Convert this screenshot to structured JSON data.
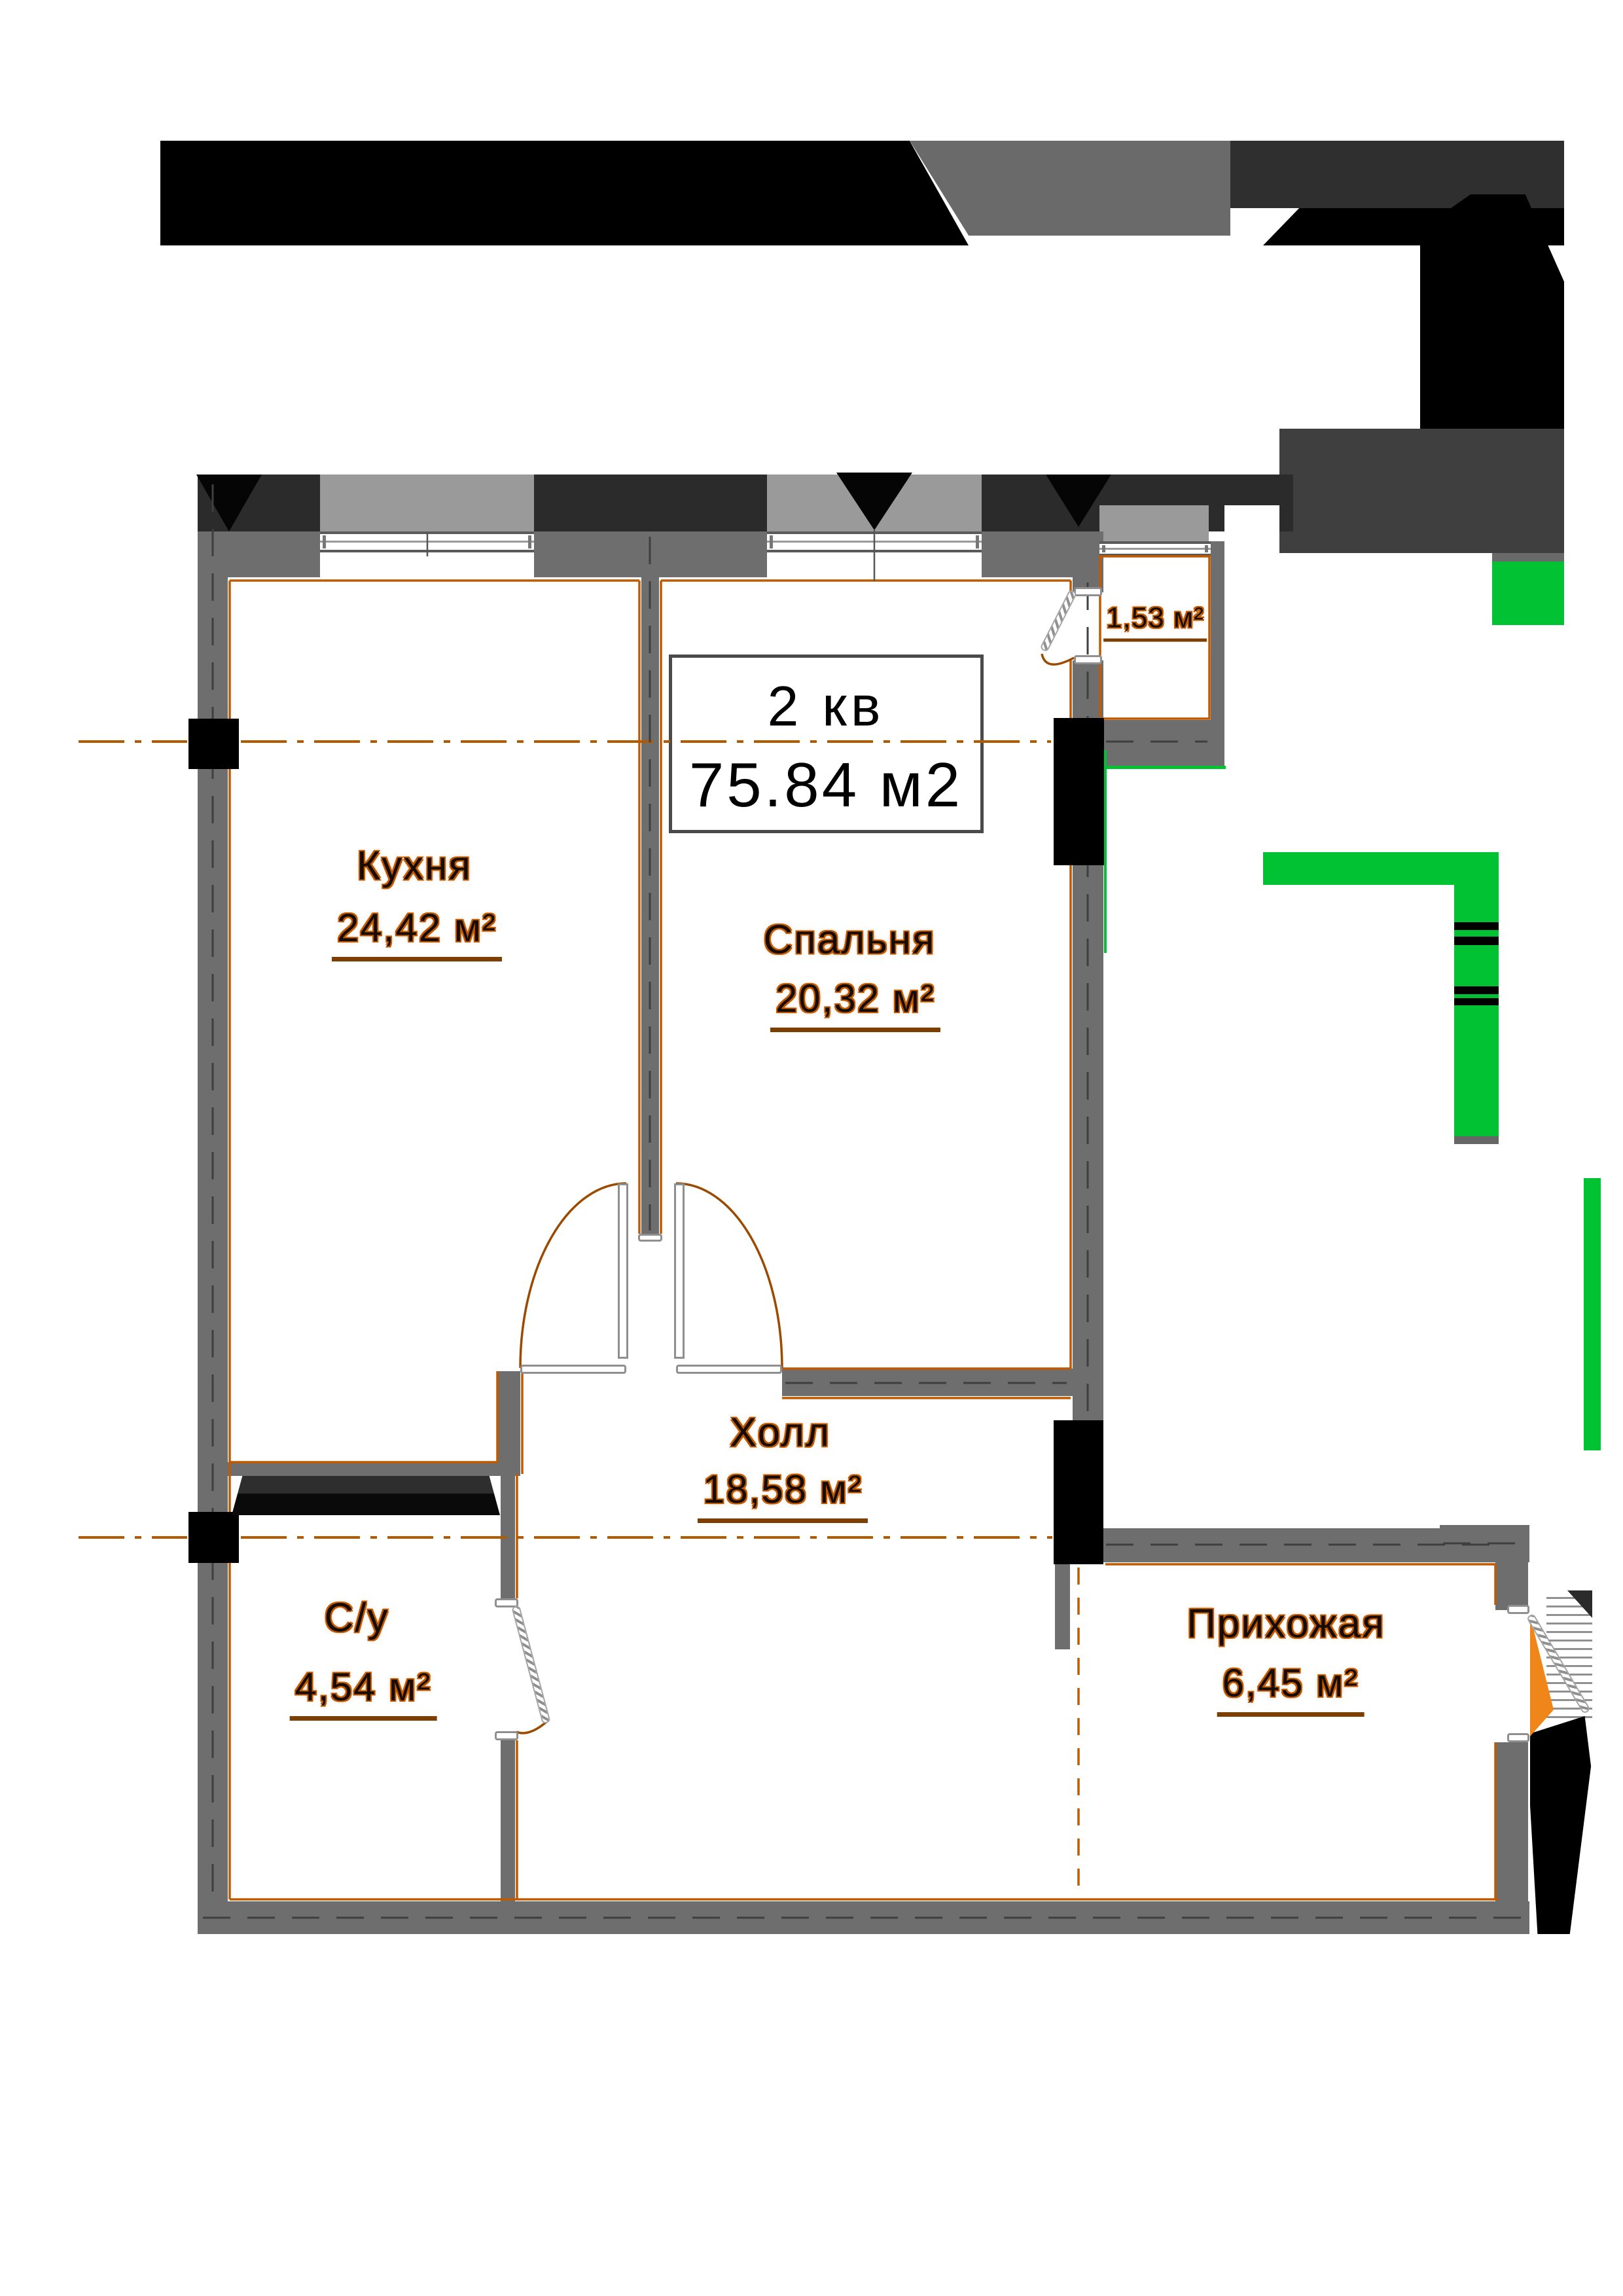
{
  "title_block": {
    "apartment": "2 кв",
    "total_area": "75.84 м2"
  },
  "rooms": [
    {
      "key": "kitchen",
      "name": "Кухня",
      "area": "24,42 м²"
    },
    {
      "key": "bedroom",
      "name": "Спальня",
      "area": "20,32 м²"
    },
    {
      "key": "hall",
      "name": "Холл",
      "area": "18,58 м²"
    },
    {
      "key": "bathroom",
      "name": "С/у",
      "area": "4,54 м²"
    },
    {
      "key": "entry",
      "name": "Прихожая",
      "area": "6,45 м²"
    },
    {
      "key": "balcony",
      "name": "",
      "area": "1,53 м²"
    }
  ],
  "colors": {
    "wall": "#6e6e6e",
    "band": "#2b2b2b",
    "recess": "#9a9a9a",
    "outline": "#c05a00",
    "axis": "#b35a00",
    "underline": "#7d3f00",
    "green": "#00c232",
    "darkpanel": "#3f3f3f",
    "column": "#000000",
    "dooraccent": "#f08519",
    "titleborder": "#4a4a4a",
    "text": "#170c00"
  }
}
